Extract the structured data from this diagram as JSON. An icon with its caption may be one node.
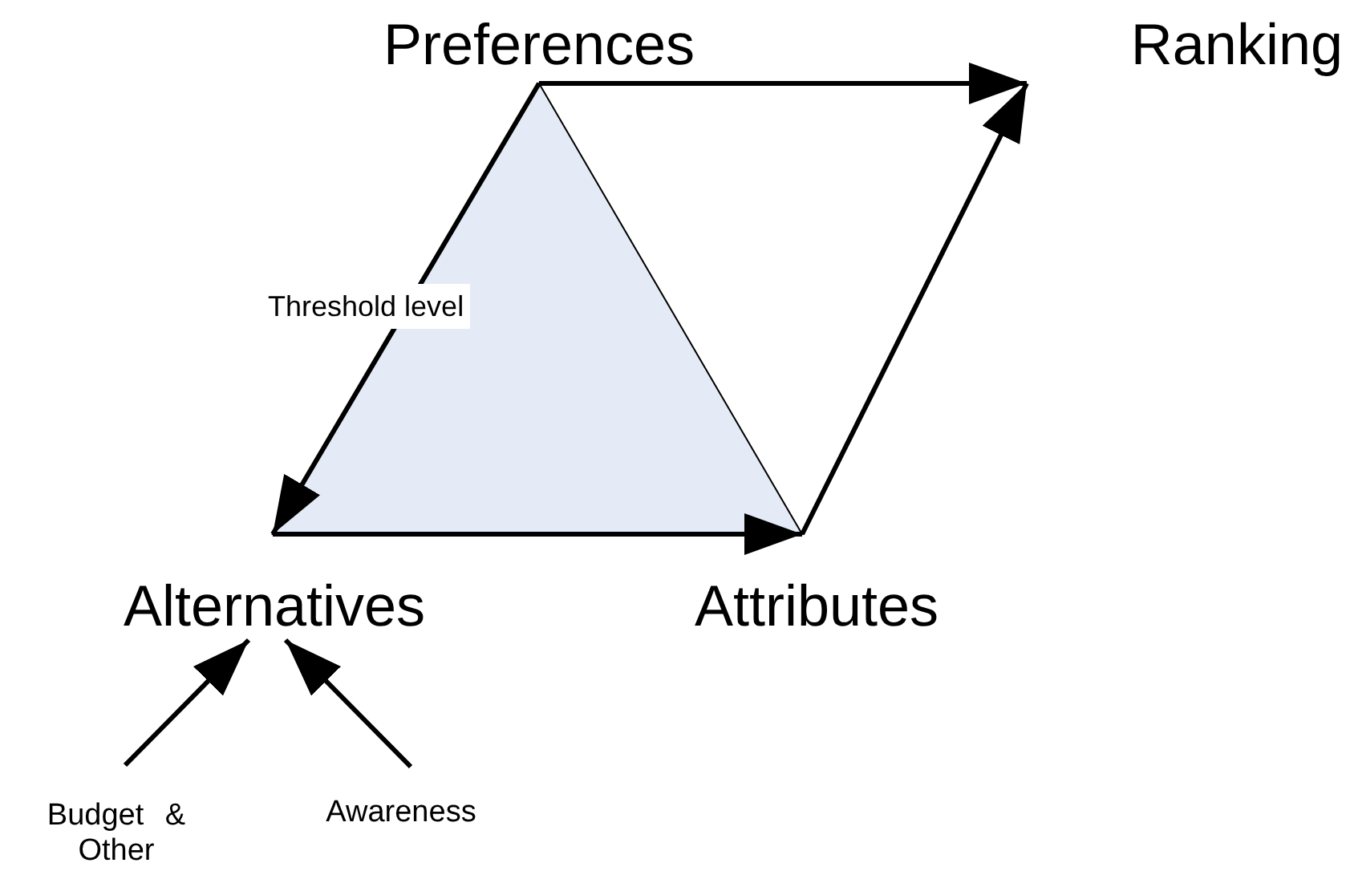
{
  "diagram": {
    "nodes": [
      {
        "text": [
          "Preferences"
        ]
      },
      {
        "text": [
          "Ranking"
        ]
      },
      {
        "text": [
          "Alternatives"
        ]
      },
      {
        "text": [
          "Attributes"
        ]
      },
      {
        "text": [
          "Budget & Other"
        ]
      },
      {
        "text": [
          "Awareness"
        ]
      }
    ],
    "edges": [
      {
        "from": 0,
        "to": 1,
        "arrow": "to"
      },
      {
        "from": 0,
        "to": 2,
        "arrow": "to",
        "label": "Threshold level"
      },
      {
        "from": 2,
        "to": 3,
        "arrow": "to"
      },
      {
        "from": 3,
        "to": 1,
        "arrow": "to"
      },
      {
        "from": 4,
        "to": 2,
        "arrow": "to"
      },
      {
        "from": 5,
        "to": 2,
        "arrow": "to"
      }
    ]
  }
}
